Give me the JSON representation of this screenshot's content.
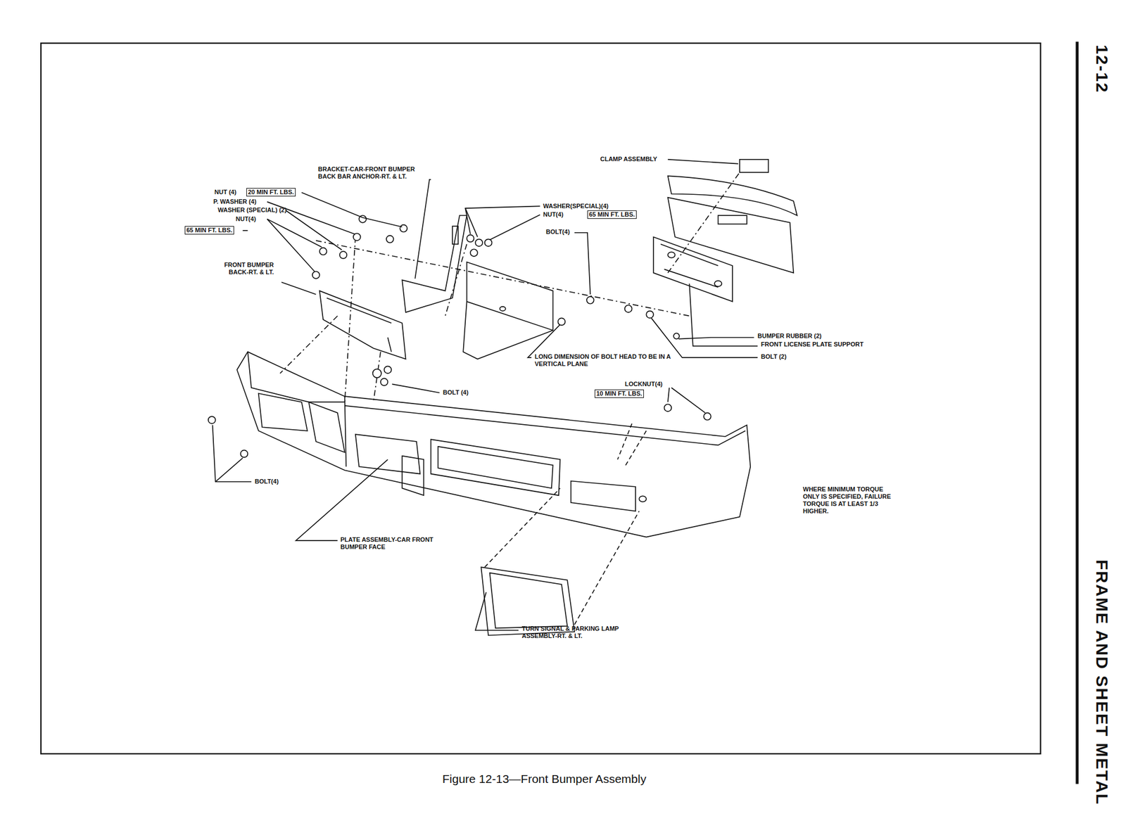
{
  "diagram": {
    "caption": "Figure 12-13—Front Bumper Assembly",
    "labels": [
      "BRACKET-CAR-FRONT BUMPER BACK BAR ANCHOR-RT. & LT.",
      "NUT (4)",
      "20 MIN FT. LBS.",
      "P. WASHER (4)",
      "WASHER (SPECIAL) (2)",
      "NUT(4)",
      "65 MIN FT. LBS.",
      "FRONT BUMPER BACK-RT. & LT.",
      "CLAMP ASSEMBLY",
      "WASHER(SPECIAL)(4)",
      "NUT(4)",
      "65 MIN FT. LBS.",
      "BOLT(4)",
      "BUMPER RUBBER (2)",
      "FRONT LICENSE PLATE SUPPORT",
      "BOLT (2)",
      "LONG DIMENSION OF BOLT HEAD TO BE IN A VERTICAL PLANE",
      "BOLT (4)",
      "LOCKNUT(4)",
      "10 MIN FT. LBS.",
      "BOLT(4)",
      "WHERE MINIMUM TORQUE ONLY IS SPECIFIED, FAILURE TORQUE IS AT LEAST 1/3 HIGHER.",
      "PLATE ASSEMBLY-CAR FRONT BUMPER FACE",
      "TURN SIGNAL & PARKING LAMP ASSEMBLY-RT. & LT.",
      "12-12",
      "FRAME AND SHEET METAL"
    ]
  }
}
